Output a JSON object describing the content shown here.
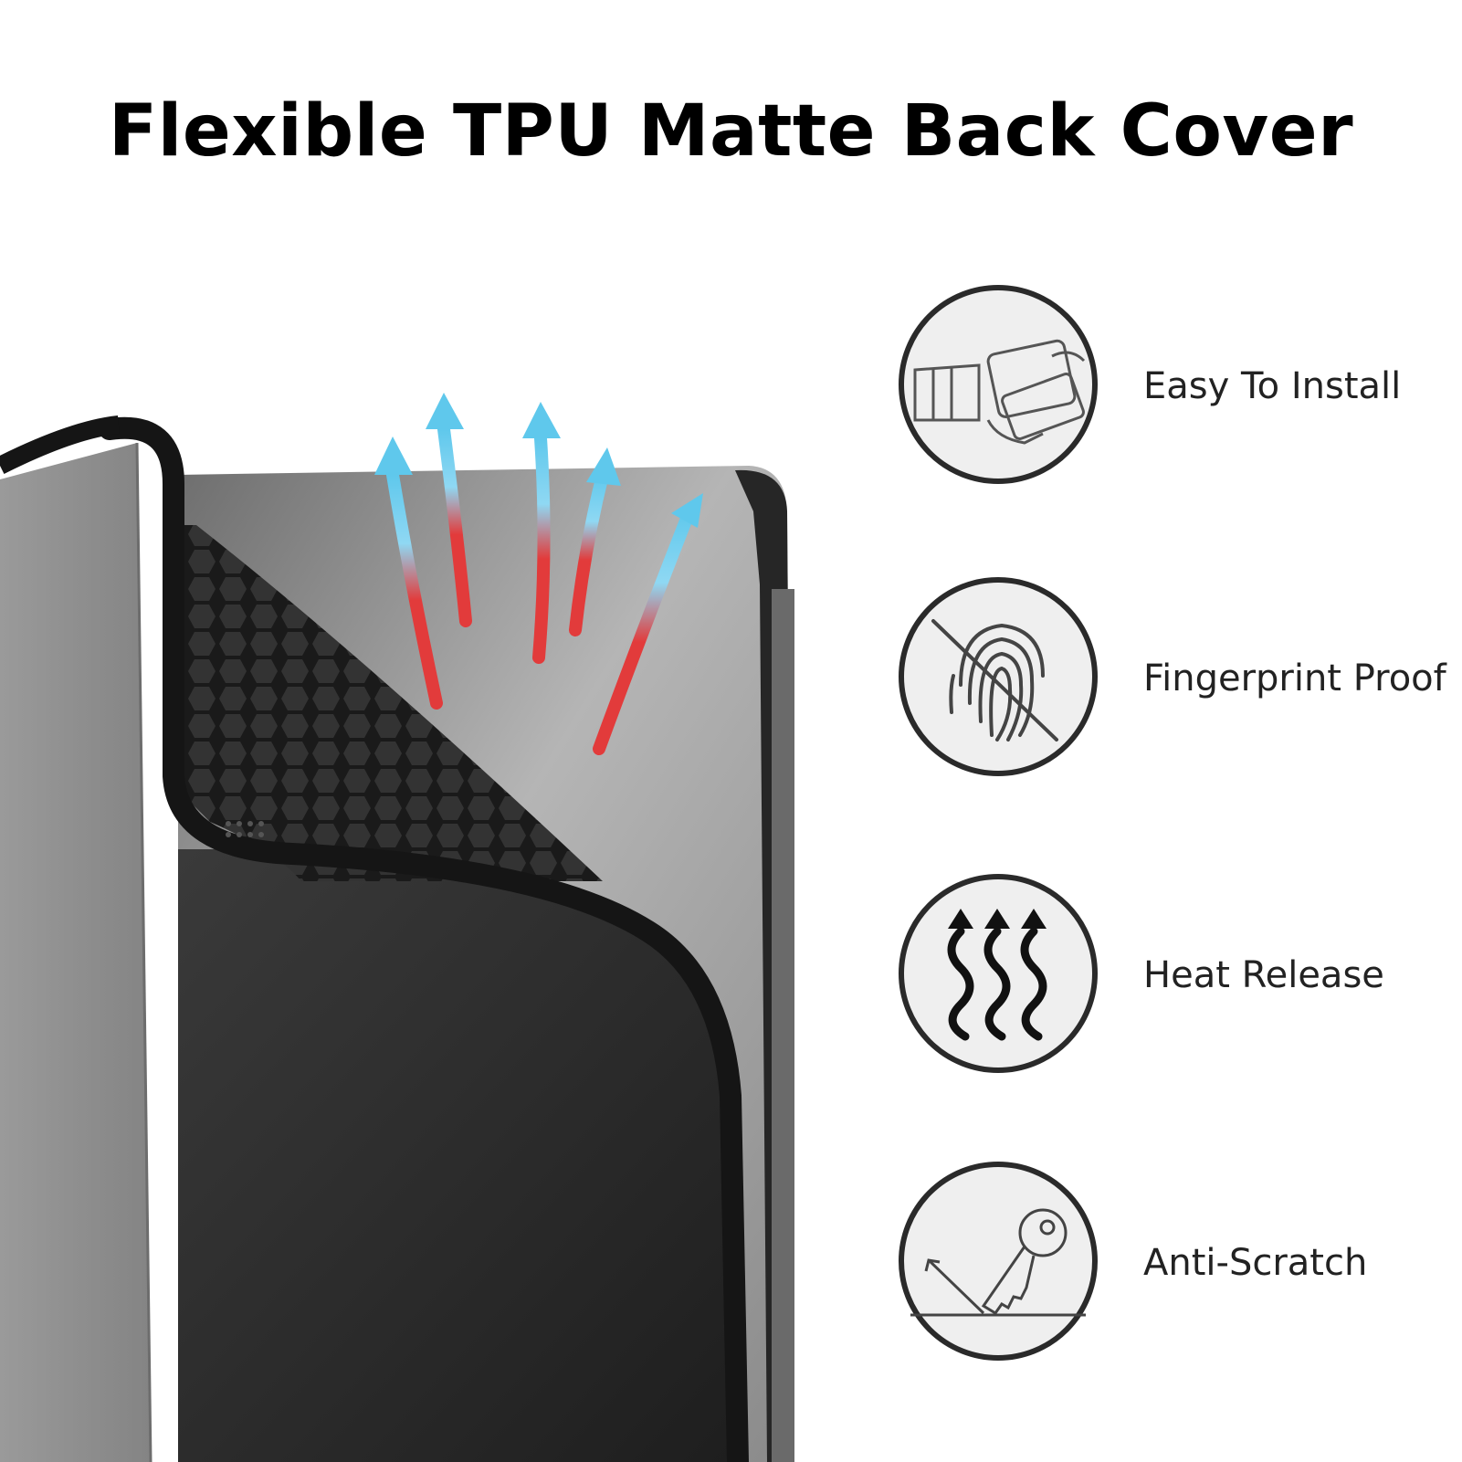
{
  "title": "Flexible TPU Matte Back Cover",
  "features": [
    {
      "label": "Easy To Install",
      "icon": "install-tablet-icon"
    },
    {
      "label": "Fingerprint Proof",
      "icon": "fingerprint-crossed-icon"
    },
    {
      "label": "Heat Release",
      "icon": "heat-waves-icon"
    },
    {
      "label": "Anti-Scratch",
      "icon": "key-scratch-icon"
    }
  ],
  "colors": {
    "leather": "#8f8f8f",
    "tpu_black": "#2b2b2b",
    "tablet_back": "#9a9a9a",
    "arrow_cool": "#5fc8ec",
    "arrow_hot": "#e23b3b",
    "badge_fill": "#efefef",
    "badge_ring": "#2a2a2a"
  }
}
